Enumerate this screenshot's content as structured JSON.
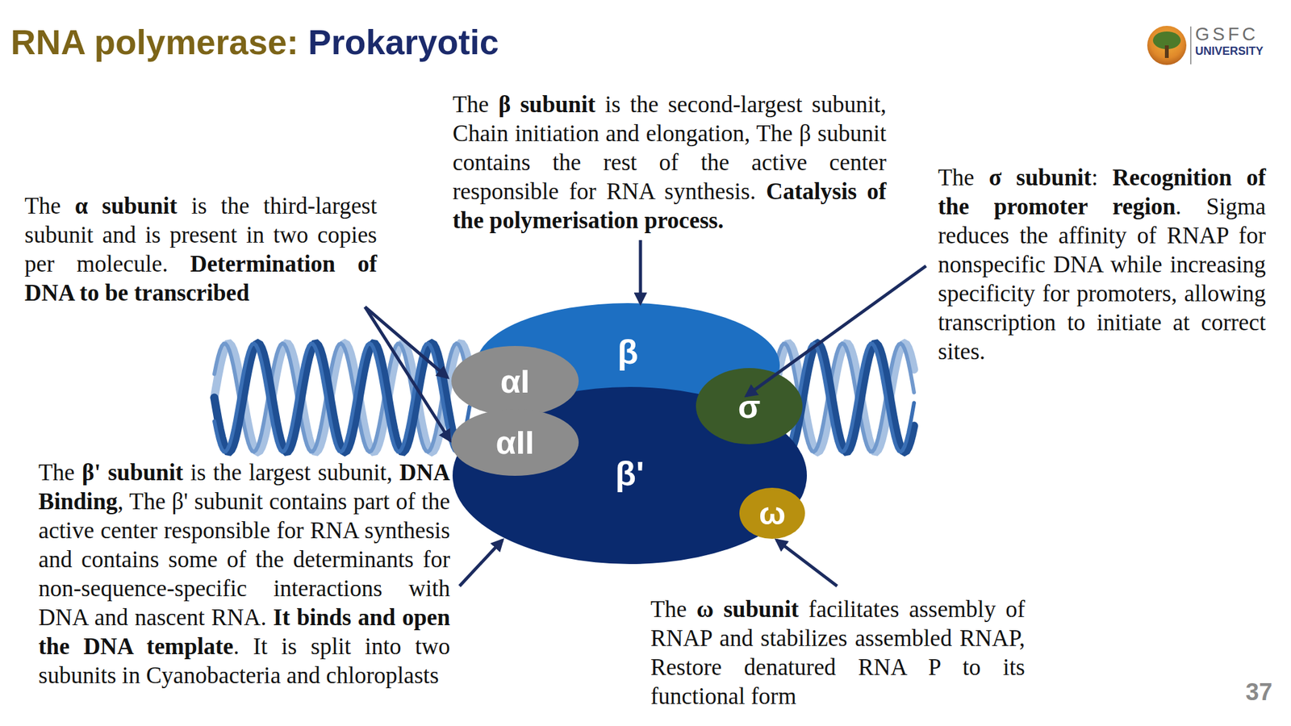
{
  "diagram": {
    "title": "RNA polymerase: Prokaryotic",
    "nodes": [
      {
        "text": [
          "β"
        ]
      },
      {
        "text": [
          "αI"
        ]
      },
      {
        "text": [
          "αII"
        ]
      },
      {
        "text": [
          "σ"
        ]
      },
      {
        "text": [
          "β'"
        ]
      },
      {
        "text": [
          "ω"
        ]
      }
    ],
    "labels": [
      "GSFC",
      "UNIVERSITY",
      "The",
      "β subunit",
      "is the second-largest subunit, Chain initiation and elongation, The β subunit contains the rest of the active center responsible for RNA synthesis.",
      "Catalysis of the polymerisation process.",
      "The",
      "σ subunit",
      ":",
      "Recognition of the promoter region",
      ". Sigma reduces the affinity of RNAP for nonspecific DNA while increasing specificity for promoters, allowing transcription to initiate at correct sites.",
      "The",
      "α subunit",
      "is the third-largest subunit and is present in two copies per molecule.",
      "Determination of DNA to be transcribed",
      "The",
      "β' subunit",
      "is the largest subunit,",
      "DNA Binding",
      ", The β' subunit contains part of the active center responsible for RNA synthesis and contains some of the determinants for non-sequence-specific interactions with DNA and nascent RNA.",
      "It binds and open the DNA template",
      ". It is split into two subunits in Cyanobacteria and chloroplasts",
      "The",
      "ω subunit",
      "facilitates assembly of RNAP and stabilizes assembled RNAP, Restore denatured RNA P to its functional form",
      "37"
    ]
  }
}
